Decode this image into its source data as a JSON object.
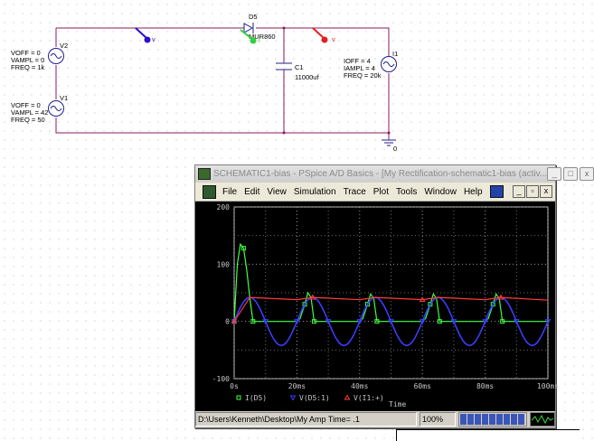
{
  "schematic": {
    "components": {
      "v2": {
        "name": "V2",
        "params": [
          "VOFF = 0",
          "VAMPL = 0",
          "FREQ = 1k"
        ]
      },
      "v1": {
        "name": "V1",
        "params": [
          "VOFF = 0",
          "VAMPL = 42",
          "FREQ = 50"
        ]
      },
      "d5": {
        "name": "D5",
        "model": "MUR860"
      },
      "c1": {
        "name": "C1",
        "value": "11000uf"
      },
      "i1": {
        "name": "I1",
        "params": [
          "IOFF = 4",
          "IAMPL = 4",
          "FREQ = 20k"
        ]
      },
      "ground": {
        "label": "0"
      }
    },
    "markers": {
      "blue": {
        "label": "v",
        "color": "#2a10c8"
      },
      "green": {
        "label": "i",
        "color": "#30d040"
      },
      "red": {
        "label": "v",
        "color": "#e02020"
      }
    },
    "colors": {
      "wire": "#8c1a5e",
      "component": "#1e1e8c"
    }
  },
  "window": {
    "title": "SCHEMATIC1-bias - PSpice A/D Basics - [My Rectification-schematic1-bias (activ...",
    "title_buttons": [
      "_",
      "□",
      "x"
    ],
    "menu": [
      "File",
      "Edit",
      "View",
      "Simulation",
      "Trace",
      "Plot",
      "Tools",
      "Window",
      "Help"
    ],
    "mdi_buttons": [
      "_",
      "▫",
      "x"
    ],
    "status": {
      "path": "D:\\Users\\Kenneth\\Desktop\\My Amp",
      "time": "Time= .1",
      "zoom": "100%",
      "progress": 1.0
    }
  },
  "chart_data": {
    "type": "line",
    "xlabel": "Time",
    "xlim": [
      0,
      100
    ],
    "ylim": [
      -100,
      200
    ],
    "x_ticks": [
      "0s",
      "20ms",
      "40ms",
      "60ms",
      "80ms",
      "100ms"
    ],
    "y_ticks": [
      "200",
      "100",
      "0",
      "-100"
    ],
    "grid": true,
    "legend_position": "bottom",
    "series": [
      {
        "name": "I(D5)",
        "color": "#40ff40",
        "marker": "square",
        "points": [
          [
            0,
            0
          ],
          [
            1,
            100
          ],
          [
            2,
            135
          ],
          [
            3,
            128
          ],
          [
            4,
            90
          ],
          [
            5,
            40
          ],
          [
            6,
            0
          ],
          [
            20,
            0
          ],
          [
            21,
            5
          ],
          [
            22.5,
            30
          ],
          [
            23.5,
            50
          ],
          [
            24.5,
            42
          ],
          [
            25.5,
            0
          ],
          [
            40,
            0
          ],
          [
            41,
            5
          ],
          [
            42.5,
            30
          ],
          [
            43.5,
            48
          ],
          [
            44.5,
            40
          ],
          [
            45.5,
            0
          ],
          [
            60,
            0
          ],
          [
            61,
            5
          ],
          [
            62.5,
            30
          ],
          [
            63.5,
            48
          ],
          [
            64.5,
            40
          ],
          [
            65.5,
            0
          ],
          [
            80,
            0
          ],
          [
            81,
            5
          ],
          [
            82.5,
            30
          ],
          [
            83.5,
            48
          ],
          [
            84.5,
            40
          ],
          [
            85.5,
            0
          ],
          [
            100,
            0
          ]
        ]
      },
      {
        "name": "V(D5:1)",
        "color": "#3c3cff",
        "marker": "triangle-down",
        "amplitude": 42,
        "frequency_hz": 50,
        "offset": 0
      },
      {
        "name": "V(I1:+)",
        "color": "#ff3c3c",
        "marker": "triangle-up",
        "points": [
          [
            0,
            0
          ],
          [
            5,
            42
          ],
          [
            20,
            38
          ],
          [
            25,
            42
          ],
          [
            40,
            38
          ],
          [
            45,
            42
          ],
          [
            60,
            38
          ],
          [
            65,
            42
          ],
          [
            80,
            38
          ],
          [
            85,
            42
          ],
          [
            100,
            37
          ]
        ]
      }
    ]
  }
}
